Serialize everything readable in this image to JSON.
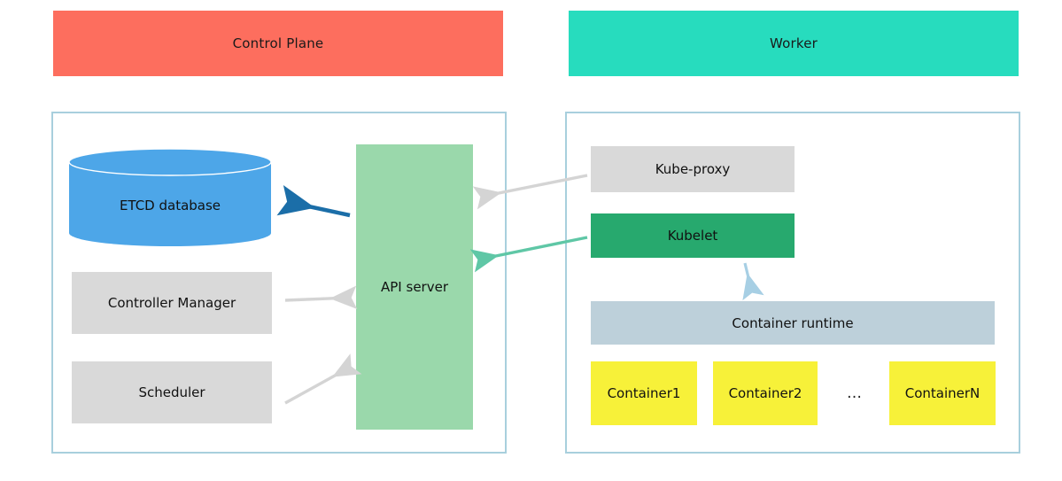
{
  "diagram": {
    "title_control_plane": "Control Plane",
    "title_worker": "Worker",
    "colors": {
      "control_plane_header": "#fd6e5e",
      "worker_header": "#27dcbe",
      "panel_border": "#a8cfdd",
      "etcd_fill": "#4da6e8",
      "api_server_fill": "#9ad8ab",
      "kubelet_fill": "#27a96e",
      "gray_box_fill": "#d9d9d9",
      "container_runtime_fill": "#bdd0da",
      "container_fill": "#f7f139",
      "arrow_gray": "#d4d4d4",
      "arrow_teal": "#5fc7a6",
      "arrow_dark_blue": "#1b6ea8",
      "arrow_light_blue": "#a7cfe4"
    }
  },
  "control_plane": {
    "header": "Control Plane",
    "nodes": {
      "etcd": "ETCD database",
      "controller_manager": "Controller Manager",
      "scheduler": "Scheduler",
      "api_server": "API server"
    }
  },
  "worker": {
    "header": "Worker",
    "nodes": {
      "kube_proxy": "Kube-proxy",
      "kubelet": "Kubelet",
      "container_runtime": "Container runtime"
    },
    "containers": [
      {
        "label": "Container1"
      },
      {
        "label": "Container2"
      },
      {
        "label": "ContainerN"
      }
    ],
    "containers_ellipsis": "…"
  },
  "connections": [
    {
      "name": "api-server-to-etcd",
      "from": "API server",
      "to": "ETCD database",
      "color": "#1b6ea8"
    },
    {
      "name": "controller-manager-to-api",
      "from": "Controller Manager",
      "to": "API server",
      "color": "#d4d4d4"
    },
    {
      "name": "scheduler-to-api",
      "from": "Scheduler",
      "to": "API server",
      "color": "#d4d4d4"
    },
    {
      "name": "kube-proxy-to-api-server",
      "from": "Kube-proxy",
      "to": "API server",
      "color": "#d4d4d4"
    },
    {
      "name": "kubelet-to-api-server",
      "from": "Kubelet",
      "to": "API server",
      "color": "#5fc7a6"
    },
    {
      "name": "kubelet-to-container-runtime",
      "from": "Kubelet",
      "to": "Container runtime",
      "color": "#a7cfe4"
    }
  ]
}
